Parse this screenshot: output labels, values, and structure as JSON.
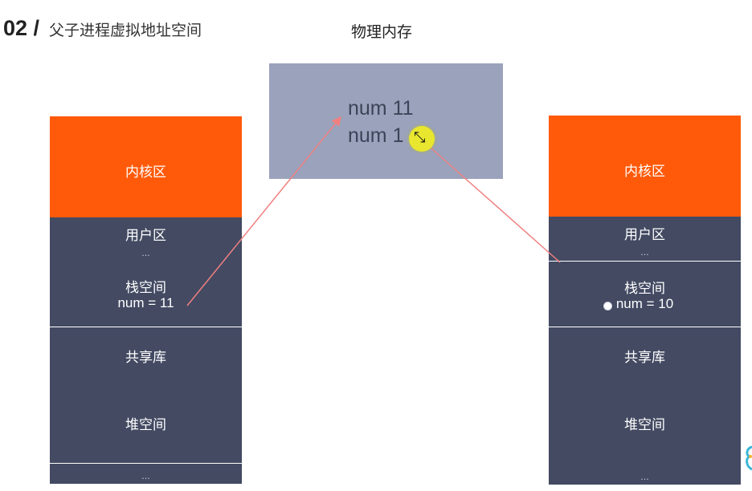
{
  "header": {
    "number": "02 /",
    "subtitle": "父子进程虚拟地址空间",
    "physical_title": "物理内存"
  },
  "physical_memory": {
    "line1": "num 11",
    "line2": "num 1"
  },
  "left_process": {
    "kernel": "内核区",
    "user": "用户区",
    "dots1": "...",
    "stack": "栈空间",
    "stack_value": "num = 11",
    "shared": "共享库",
    "heap": "堆空间",
    "dots2": "..."
  },
  "right_process": {
    "kernel": "内核区",
    "user": "用户区",
    "dots1": "...",
    "stack": "栈空间",
    "stack_value": "num = 10",
    "shared": "共享库",
    "heap": "堆空间",
    "dots2": "..."
  },
  "colors": {
    "kernel": "#ff5a0a",
    "user_space": "#434a62",
    "physical_memory": "#9aa2bc",
    "arrow": "#f08080"
  }
}
